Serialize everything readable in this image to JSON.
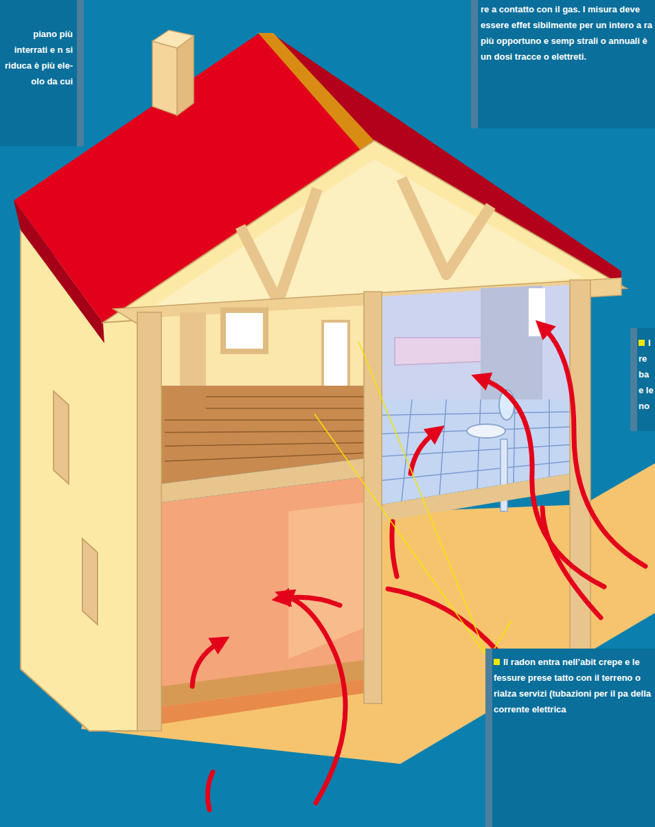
{
  "diagram": {
    "nodes": [
      {
        "text": [
          "piano più interrati e n si riduca è più ele- olo da cui"
        ]
      },
      {
        "text": [
          "re a contatto con il gas. I misura deve essere effet sibilmente per un intero a ra più opportuno e semp strali o annuali è un dosi tracce o elettreti."
        ]
      },
      {
        "text": [
          "I re ba e le no"
        ]
      },
      {
        "text": [
          "Il radon entra nell’abit crepe e le fessure prese tatto con il terreno o rialza servizi (tubazioni per il pa della corrente elettrica"
        ]
      }
    ]
  }
}
